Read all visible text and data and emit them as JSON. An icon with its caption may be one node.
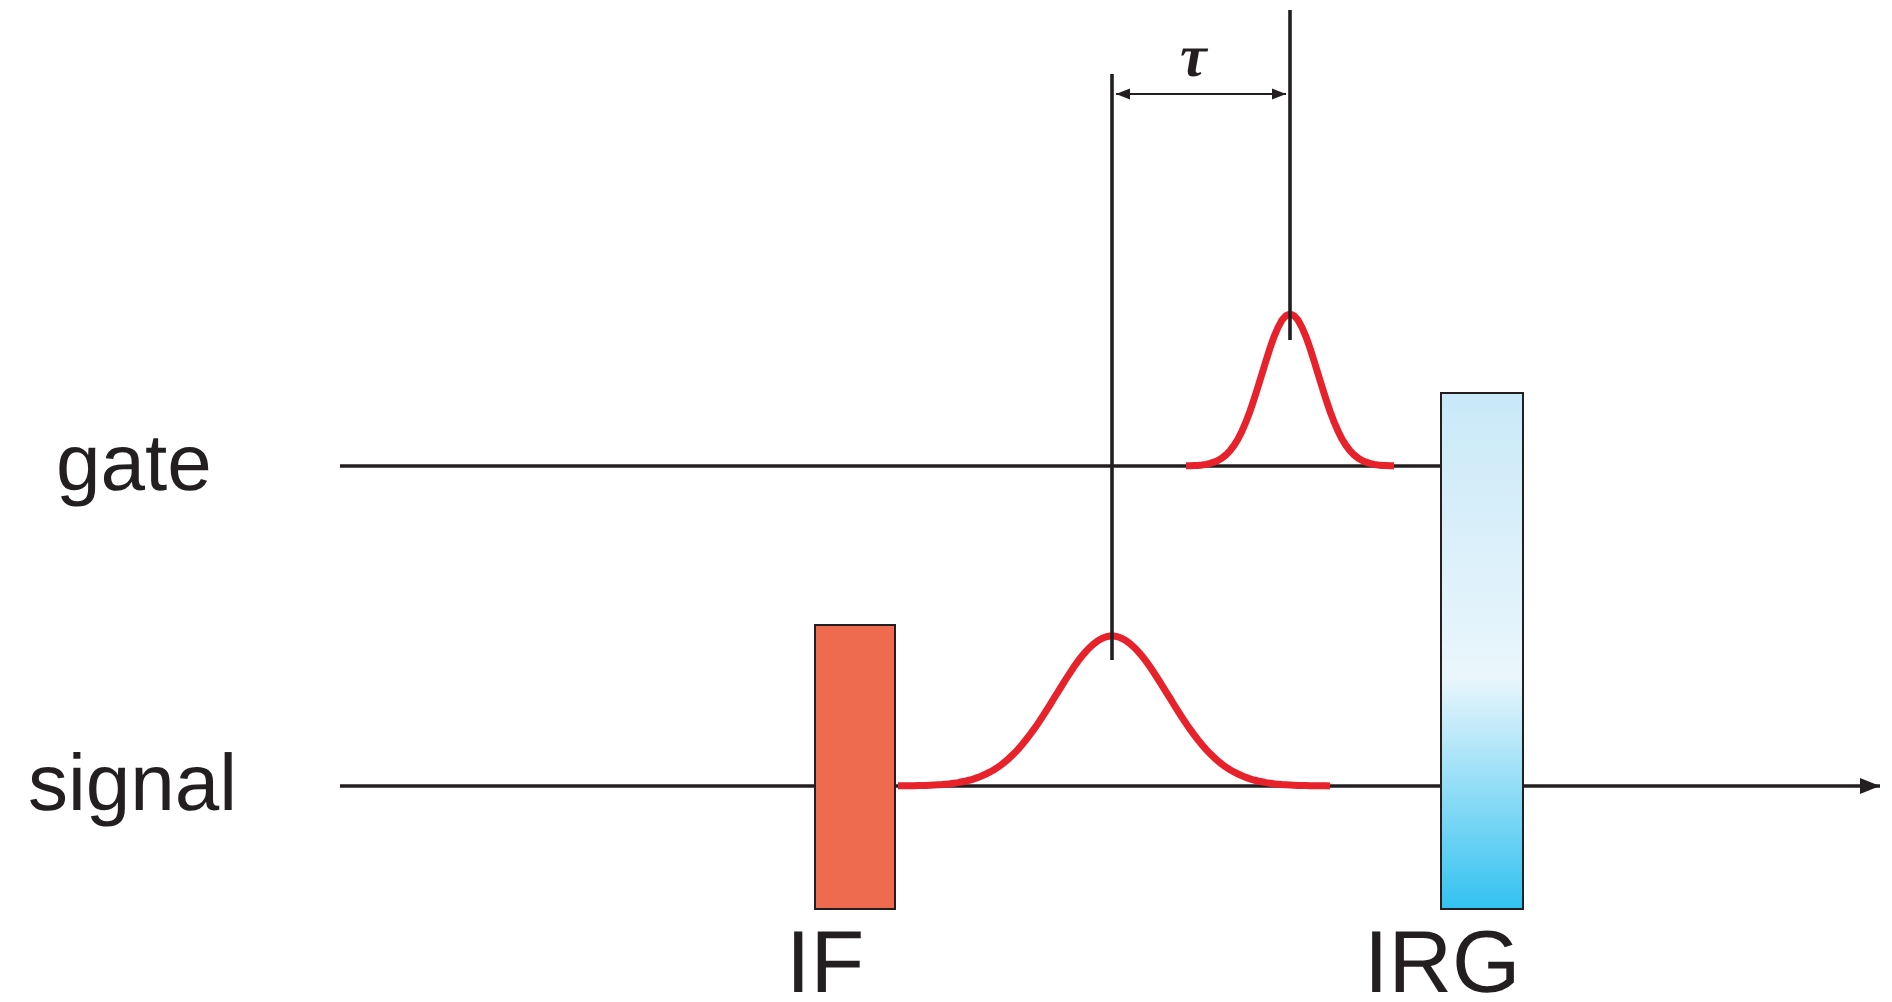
{
  "diagram": {
    "nodes": [
      {
        "text": [
          "gate"
        ]
      },
      {
        "text": [
          "signal"
        ]
      },
      {
        "text": [
          "IF"
        ]
      },
      {
        "text": [
          "IRG"
        ]
      }
    ],
    "edges": [
      {
        "from": 0,
        "to": 3,
        "arrow": "none"
      },
      {
        "from": 1,
        "to": 2,
        "arrow": "none"
      },
      {
        "from": 2,
        "to": 3,
        "arrow": "none"
      },
      {
        "from": 3,
        "to": null,
        "arrow": "to"
      }
    ],
    "labels": [
      "τ"
    ]
  }
}
